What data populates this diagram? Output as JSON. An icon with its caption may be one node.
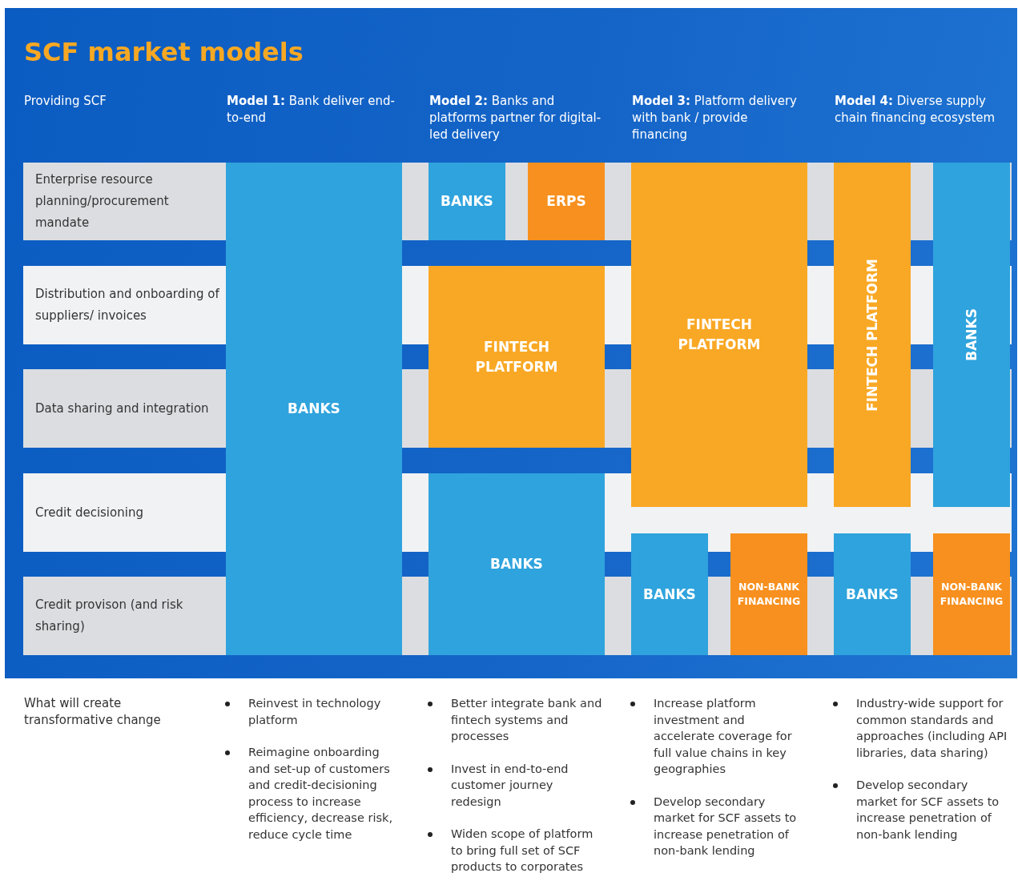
{
  "diagram": {
    "title": "SCF market models",
    "nodes": [
      {
        "text": [
          "Enterprise resource planning/procurement mandate"
        ]
      },
      {
        "text": [
          "Distribution and onboarding of suppliers/ invoices"
        ]
      },
      {
        "text": [
          "Data sharing and integration"
        ]
      },
      {
        "text": [
          "Credit decisioning"
        ]
      },
      {
        "text": [
          "Credit provison (and risk sharing)"
        ]
      },
      {
        "text": [
          "BANKS"
        ]
      },
      {
        "text": [
          "BANKS"
        ]
      },
      {
        "text": [
          "ERPS"
        ]
      },
      {
        "text": [
          "FINTECH PLATFORM"
        ]
      },
      {
        "text": [
          "BANKS"
        ]
      },
      {
        "text": [
          "FINTECH PLATFORM"
        ]
      },
      {
        "text": [
          "BANKS"
        ]
      },
      {
        "text": [
          "NON-BANK FINANCING"
        ]
      },
      {
        "text": [
          "FINTECH PLATFORM"
        ]
      },
      {
        "text": [
          "BANKS"
        ]
      },
      {
        "text": [
          "BANKS"
        ]
      },
      {
        "text": [
          "NON-BANK FINANCING"
        ]
      }
    ],
    "edges": [],
    "labels": [
      "Providing SCF",
      "**Model 1:** Bank deliver end-to-end",
      "**Model 2:** Banks and platforms partner for digital-led delivery",
      "**Model 3:** Platform delivery with bank / provide financing",
      "**Model 4:** Diverse supply chain financing ecosystem",
      "What will create transformative change",
      "Reinvest in technology platform",
      "Reimagine onboarding and set-up of customers and credit-decisioning process to increase efficiency, decrease risk, reduce cycle time",
      "Better integrate bank and fintech systems and processes",
      "Invest in end-to-end customer journey redesign",
      "Widen scope of platform to bring full set of SCF products to corporates",
      "Increase platform investment and accelerate coverage for full value chains in key geographies",
      "Develop secondary market for SCF assets to increase penetration of non-bank lending",
      "Industry-wide support for common standards and approaches (including API libraries, data sharing)",
      "Develop secondary market for SCF assets to increase penetration of non-bank lending"
    ]
  }
}
